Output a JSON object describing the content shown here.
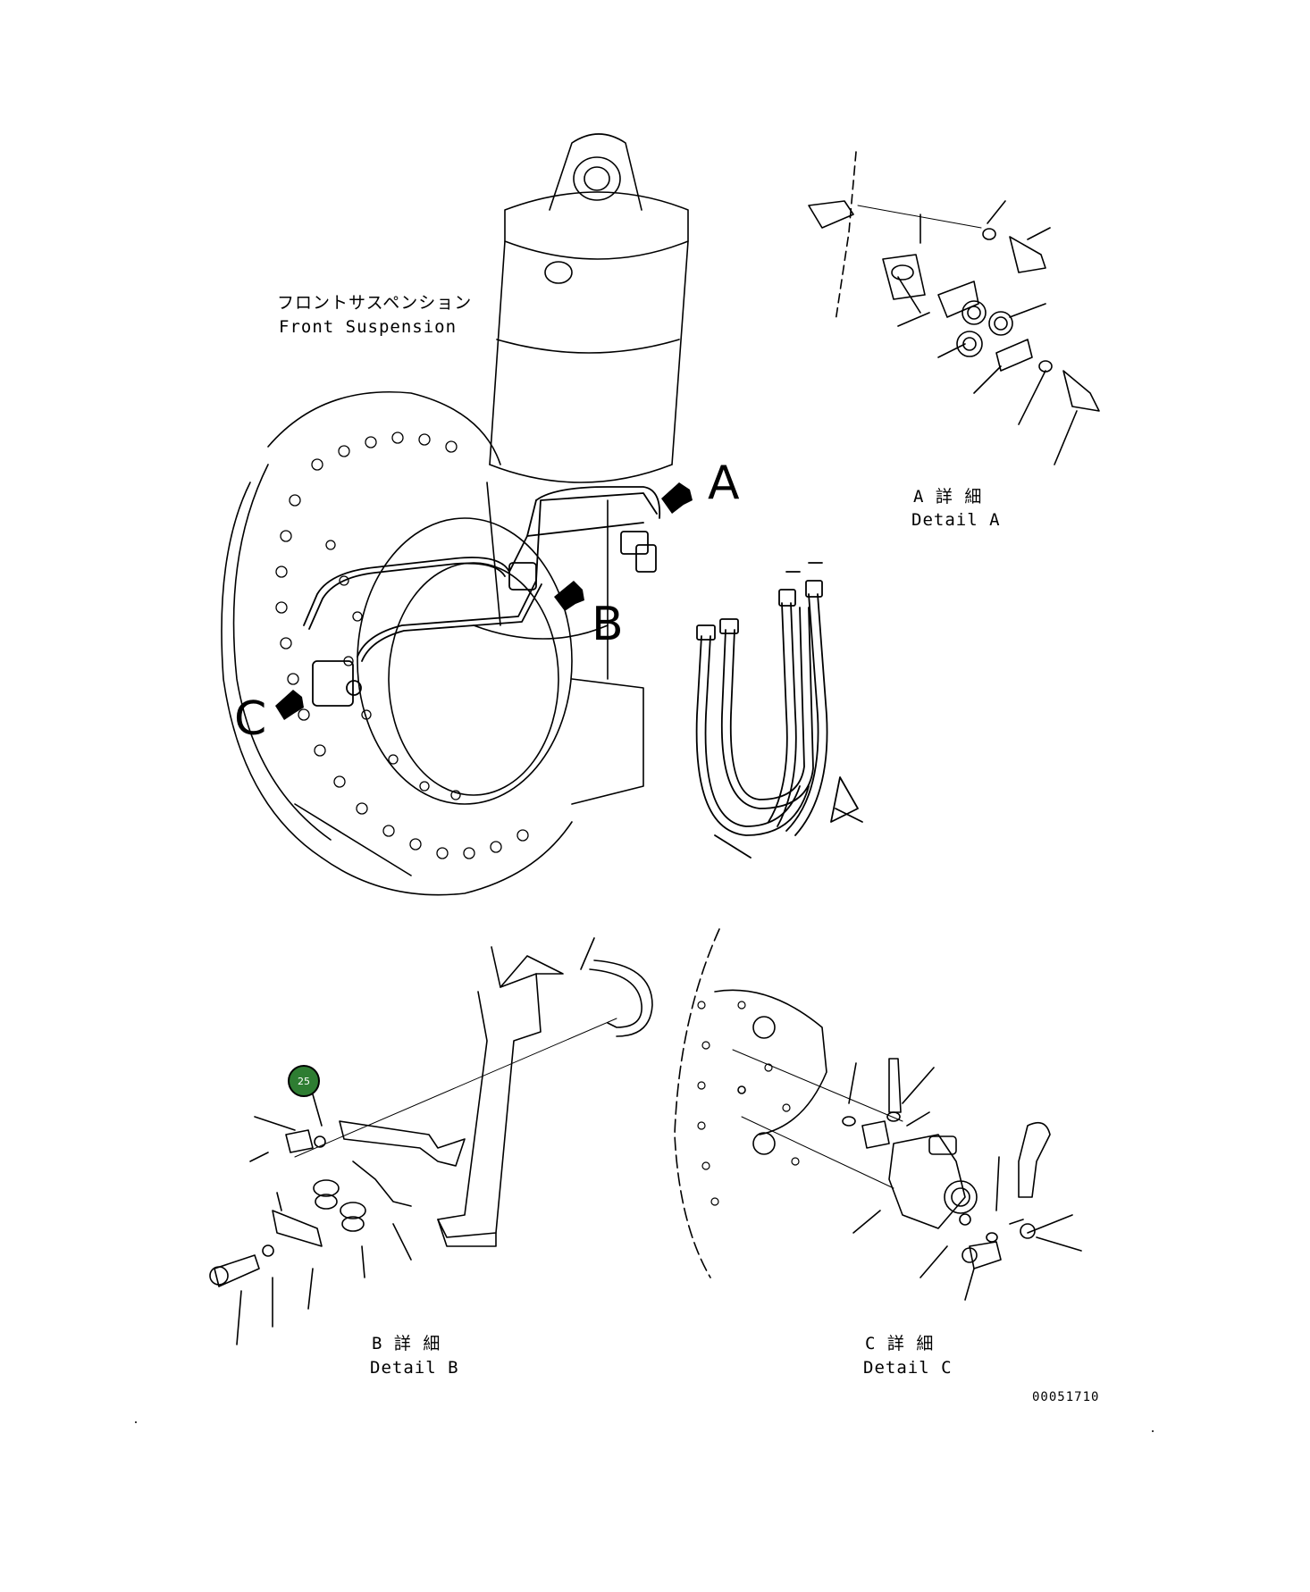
{
  "labels": {
    "front_suspension_jp": "フロントサスペンション",
    "front_suspension_en": "Front Suspension",
    "arrow_a": "A",
    "arrow_b": "B",
    "arrow_c": "C",
    "detail_a_jp": "A 詳 細",
    "detail_a_en": "Detail A",
    "detail_b_jp": "B 詳 細",
    "detail_b_en": "Detail B",
    "detail_c_jp": "C 詳 細",
    "detail_c_en": "Detail C",
    "drawing_number": "00051710"
  },
  "callouts": [
    {
      "number": "25",
      "color": "#2e7d32"
    }
  ]
}
